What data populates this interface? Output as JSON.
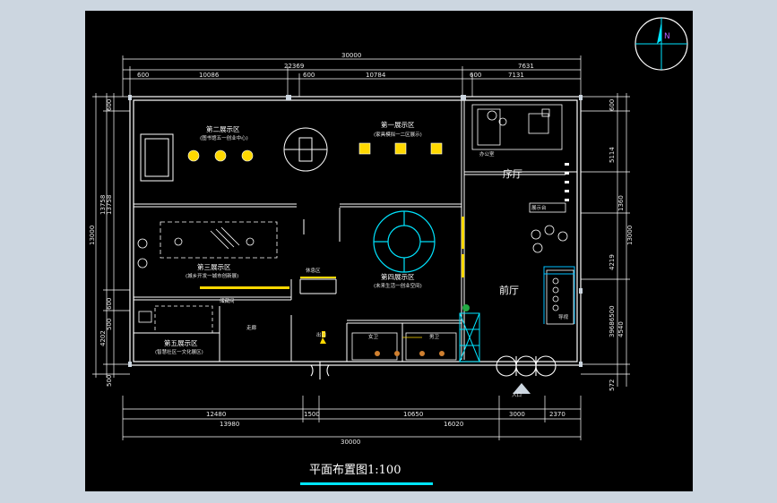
{
  "drawing": {
    "title": "平面布置图1:100",
    "north_mark": "N",
    "colors": {
      "background": "#000000",
      "line": "#ffffff",
      "accent": "#00e5ff",
      "furniture": "#ffd800",
      "window_frame": "#ccd6e0"
    },
    "top_dims": {
      "overall": "30000",
      "left_span": "22369",
      "right_span": "7631",
      "seg1": "600",
      "seg2": "10086",
      "seg3": "600",
      "seg4": "10784",
      "seg5": "600",
      "seg6": "7131"
    },
    "bottom_dims": {
      "overall": "30000",
      "row1_a": "12480",
      "row1_b": "1500",
      "row1_c": "10650",
      "row1_d": "3000",
      "row1_e": "2370",
      "row2_a": "13980",
      "row2_b": "16020"
    },
    "left_dims": {
      "overall": "13000",
      "a": "600",
      "b": "13758",
      "c": "4202",
      "d": "600",
      "e": "500",
      "f": "500"
    },
    "right_dims": {
      "overall": "13000",
      "a": "600",
      "b": "5114",
      "c": "1360",
      "d": "4219",
      "e": "39686500",
      "f": "4540",
      "g": "572"
    },
    "rooms": {
      "zone1": "第一展示区",
      "zone1_sub": "(家具模拟一二区展示)",
      "zone2": "第二展示区",
      "zone2_sub": "(图书馆五一创业中心)",
      "zone3": "第三展示区",
      "zone3_sub": "(城乡开发一城市创新展)",
      "zone4": "第四展示区",
      "zone4_sub": "(未来生活一创业空间)",
      "zone5": "第五展示区",
      "zone5_sub": "(智慧社区一文化展区)",
      "lobby": "序厅",
      "front_hall": "前厅",
      "female_wc": "女卫",
      "male_wc": "男卫",
      "corridor": "走廊",
      "entrance": "入口",
      "exit": "出口",
      "showcase": "展示台",
      "rest": "休息区",
      "office": "办公室",
      "storage": "储藏间",
      "guide": "导视"
    }
  }
}
